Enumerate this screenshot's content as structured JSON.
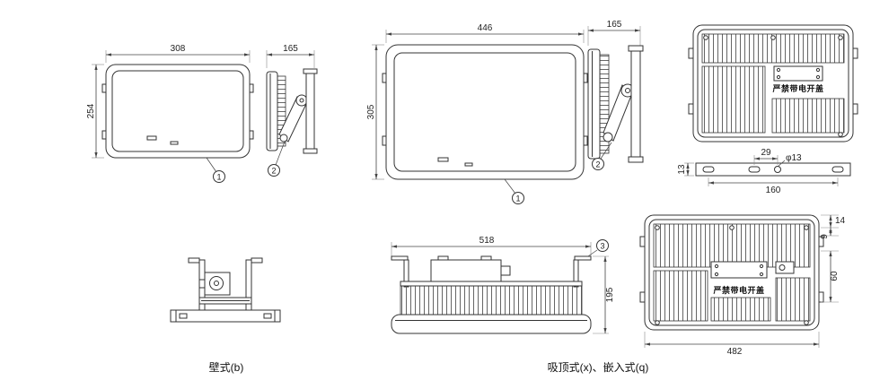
{
  "colors": {
    "ink": "#333333",
    "background": "#ffffff"
  },
  "warning_label": "严禁带电开盖",
  "captions": {
    "wall_mount": "壁式(b)",
    "ceiling_mount": "吸顶式(x)、嵌入式(q)"
  },
  "callouts": {
    "glass": "1",
    "bracket": "2",
    "hanger": "3"
  },
  "views": {
    "small_front": {
      "width": "308",
      "height": "254"
    },
    "small_side": {
      "depth": "165"
    },
    "large_front": {
      "width": "446",
      "height": "305"
    },
    "large_side": {
      "depth": "165"
    },
    "mount_bar": {
      "slot_offset": "29",
      "hole_diameter": "φ13",
      "bar_width": "13",
      "hole_spacing": "160"
    },
    "ceiling_side": {
      "length": "518",
      "height": "195"
    },
    "rear_panel": {
      "width": "482",
      "dim_top": "14",
      "dim_mid": "9",
      "dim_side": "60"
    }
  }
}
